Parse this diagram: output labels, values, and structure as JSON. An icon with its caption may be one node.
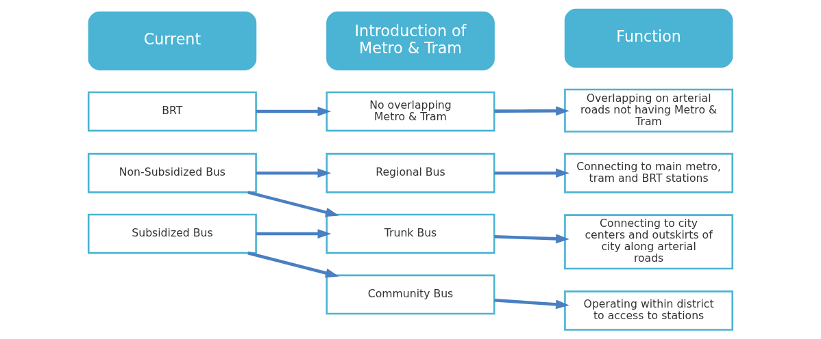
{
  "diagram": {
    "nodes": [
      {
        "text": [
          "Current"
        ]
      },
      {
        "text": [
          "Introduction of Metro & Tram"
        ]
      },
      {
        "text": [
          "Function"
        ]
      },
      {
        "text": [
          "BRT"
        ]
      },
      {
        "text": [
          "No overlapping Metro & Tram"
        ]
      },
      {
        "text": [
          "Overlapping on arterial roads not having Metro & Tram"
        ]
      },
      {
        "text": [
          "Non-Subsidized Bus"
        ]
      },
      {
        "text": [
          "Regional Bus"
        ]
      },
      {
        "text": [
          "Connecting to main metro, tram and BRT stations"
        ]
      },
      {
        "text": [
          "Trunk Bus"
        ]
      },
      {
        "text": [
          "Connecting to city centers and outskirts of city along arterial roads"
        ]
      },
      {
        "text": [
          "Subsidized Bus"
        ]
      },
      {
        "text": [
          "Community Bus"
        ]
      },
      {
        "text": [
          "Operating within district to access to stations"
        ]
      }
    ],
    "edges": [
      {
        "from": 3,
        "to": 4,
        "arrow": "to"
      },
      {
        "from": 4,
        "to": 5,
        "arrow": "to"
      },
      {
        "from": 6,
        "to": 7,
        "arrow": "to"
      },
      {
        "from": 6,
        "to": 9,
        "arrow": "to"
      },
      {
        "from": 7,
        "to": 8,
        "arrow": "to"
      },
      {
        "from": 11,
        "to": 9,
        "arrow": "to"
      },
      {
        "from": 11,
        "to": 12,
        "arrow": "to"
      },
      {
        "from": 9,
        "to": 10,
        "arrow": "to"
      },
      {
        "from": 12,
        "to": 13,
        "arrow": "to"
      }
    ]
  }
}
